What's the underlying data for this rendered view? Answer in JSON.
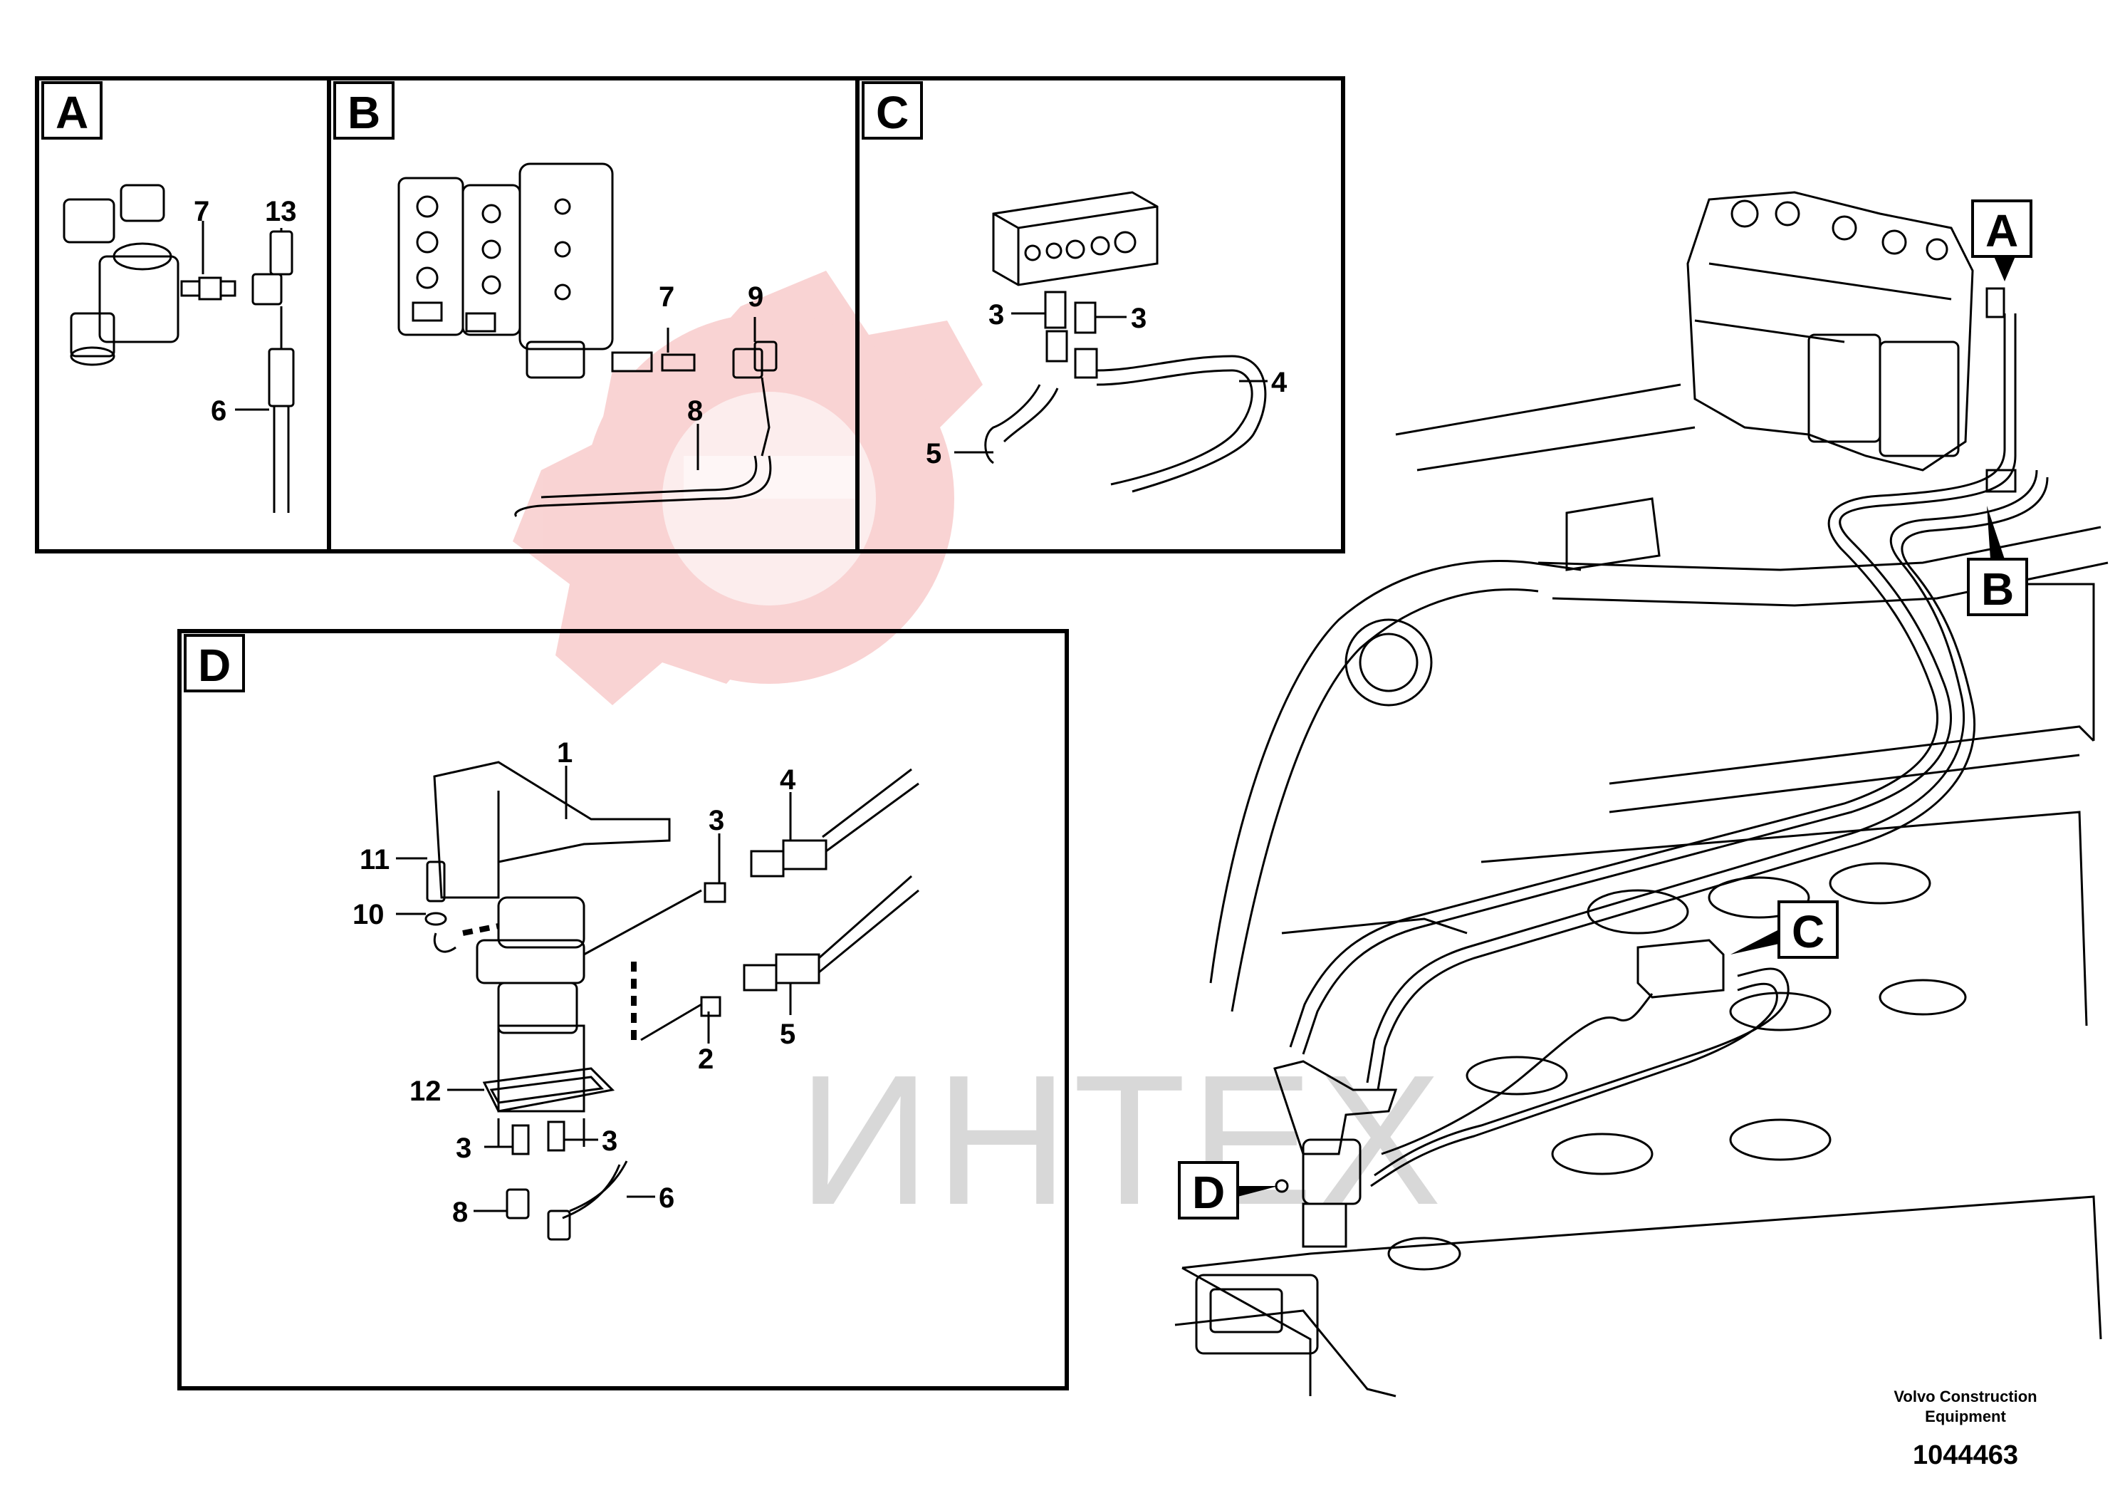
{
  "panels": {
    "a": {
      "letter": "A",
      "callouts": [
        "7",
        "13",
        "6"
      ]
    },
    "b": {
      "letter": "B",
      "callouts": [
        "7",
        "9",
        "8"
      ]
    },
    "c": {
      "letter": "C",
      "callouts": [
        "3",
        "3",
        "4",
        "5"
      ]
    },
    "d": {
      "letter": "D",
      "callouts": [
        "1",
        "11",
        "10",
        "3",
        "4",
        "2",
        "5",
        "12",
        "3",
        "3",
        "8",
        "6"
      ]
    }
  },
  "overview_markers": [
    "A",
    "B",
    "C",
    "D"
  ],
  "watermark": {
    "text": "ИНТЕХ",
    "color": "#f6c9c9"
  },
  "footer": {
    "company_line1": "Volvo Construction",
    "company_line2": "Equipment",
    "drawing_number": "1044463"
  }
}
